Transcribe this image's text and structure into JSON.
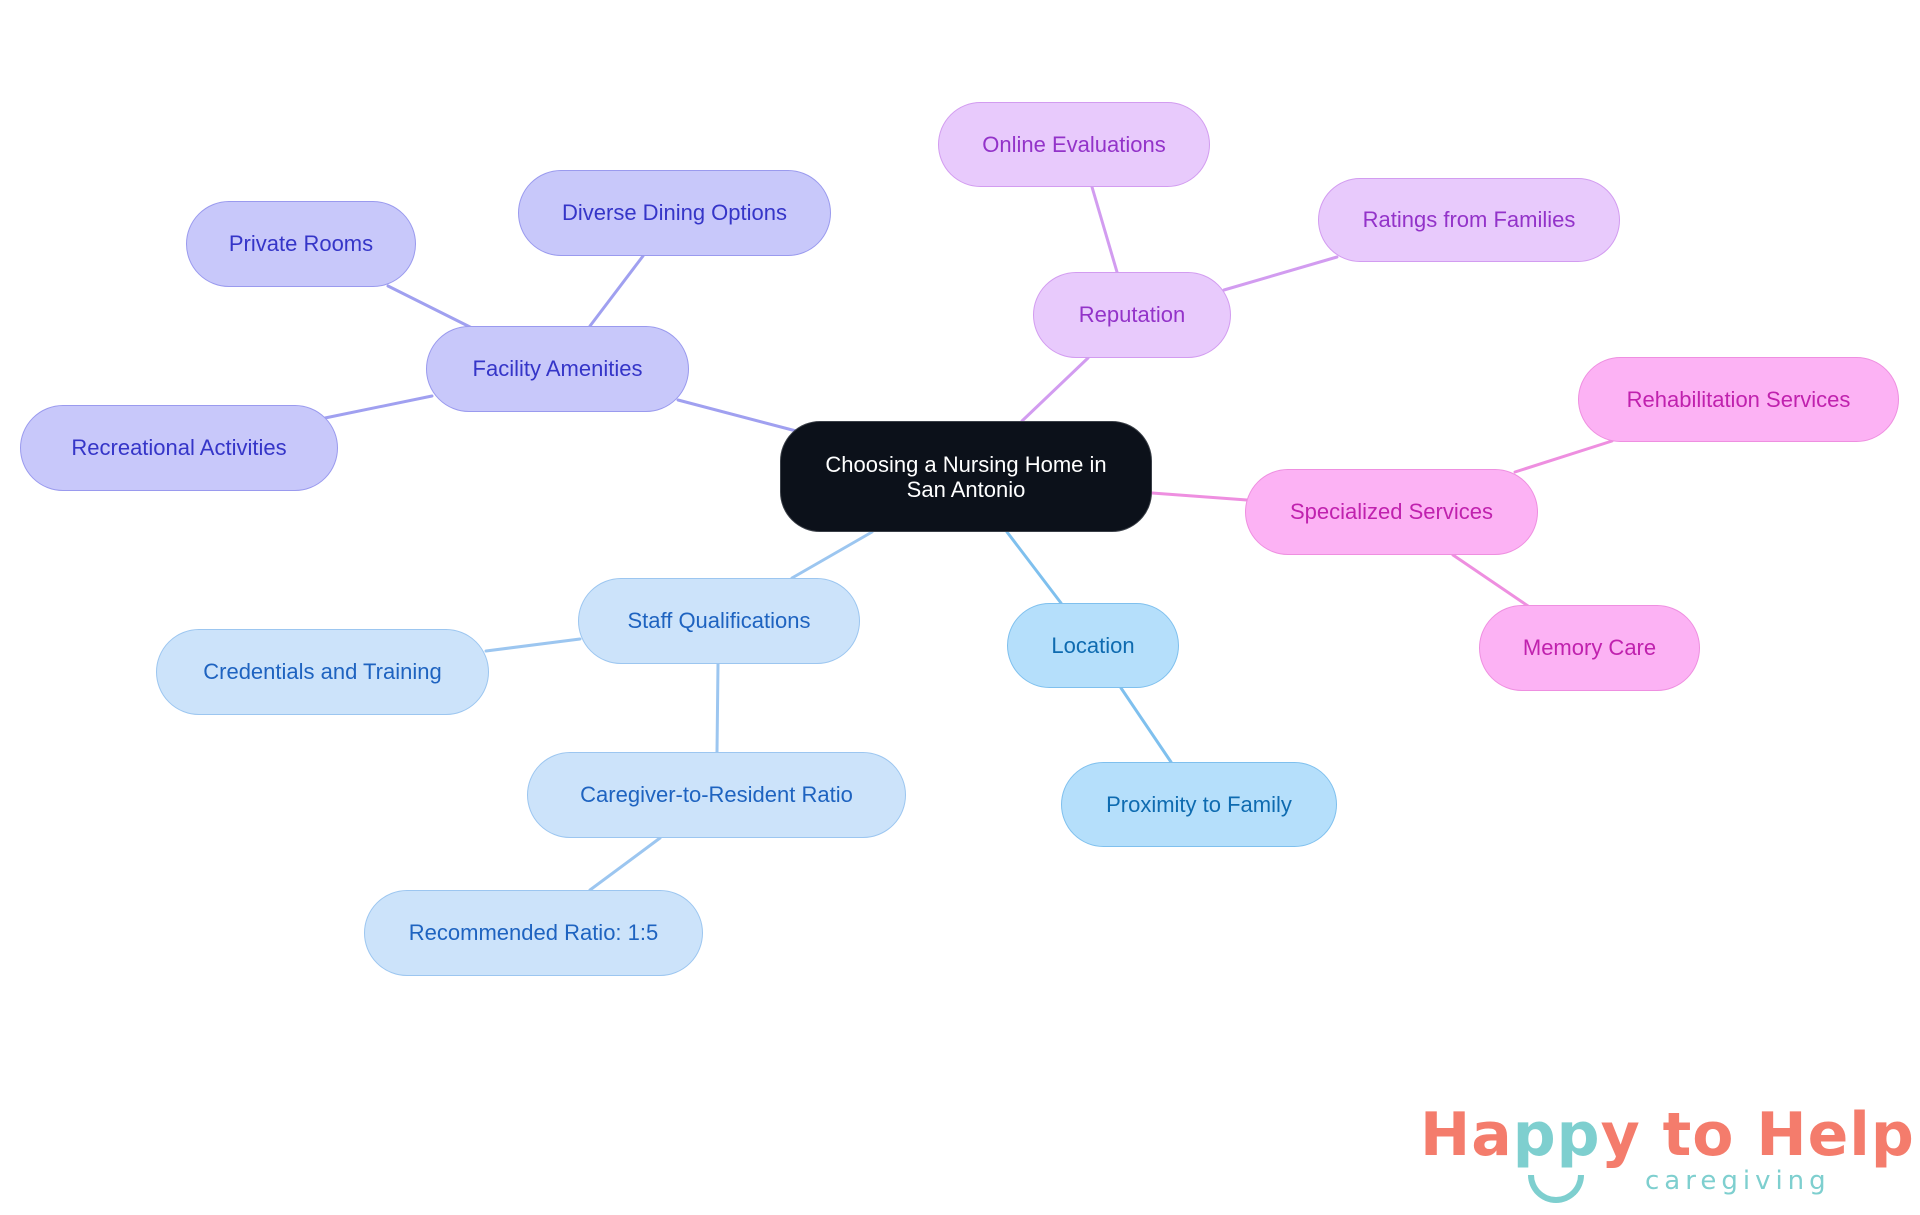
{
  "diagram": {
    "type": "mindmap",
    "root": {
      "label": "Choosing a Nursing Home in San Antonio",
      "line1": "Choosing a Nursing Home in",
      "line2": "San Antonio"
    },
    "branches": [
      {
        "label": "Facility Amenities",
        "color": "#c8c8fa",
        "text_color": "#3535c8",
        "children": [
          "Private Rooms",
          "Diverse Dining Options",
          "Recreational Activities"
        ]
      },
      {
        "label": "Reputation",
        "color": "#e8cafc",
        "text_color": "#9333c9",
        "children": [
          "Online Evaluations",
          "Ratings from Families"
        ]
      },
      {
        "label": "Specialized Services",
        "color": "#fcb2f4",
        "text_color": "#c021ae",
        "children": [
          "Rehabilitation Services",
          "Memory Care"
        ]
      },
      {
        "label": "Staff Qualifications",
        "color": "#cce3fa",
        "text_color": "#1e63c0",
        "children": [
          "Credentials and Training",
          "Caregiver-to-Resident Ratio"
        ],
        "grandchildren": {
          "Caregiver-to-Resident Ratio": [
            "Recommended Ratio: 1:5"
          ]
        }
      },
      {
        "label": "Location",
        "color": "#b5dffb",
        "text_color": "#0e6bb0",
        "children": [
          "Proximity to Family"
        ]
      }
    ]
  },
  "nodes": {
    "root_line1": "Choosing a Nursing Home in",
    "root_line2": "San Antonio",
    "facility_amenities": "Facility Amenities",
    "private_rooms": "Private Rooms",
    "diverse_dining": "Diverse Dining Options",
    "recreational": "Recreational Activities",
    "reputation": "Reputation",
    "online_evaluations": "Online Evaluations",
    "ratings_families": "Ratings from Families",
    "specialized_services": "Specialized Services",
    "rehabilitation": "Rehabilitation Services",
    "memory_care": "Memory Care",
    "staff_qualifications": "Staff Qualifications",
    "credentials_training": "Credentials and Training",
    "caregiver_ratio": "Caregiver-to-Resident Ratio",
    "recommended_ratio": "Recommended Ratio: 1:5",
    "location": "Location",
    "proximity_family": "Proximity to Family"
  },
  "logo": {
    "part1": "Ha",
    "part2": "pp",
    "part3": "y to Help",
    "subtitle": "caregiving",
    "primary_color": "#f47c6c",
    "accent_color": "#7ecfcf"
  }
}
